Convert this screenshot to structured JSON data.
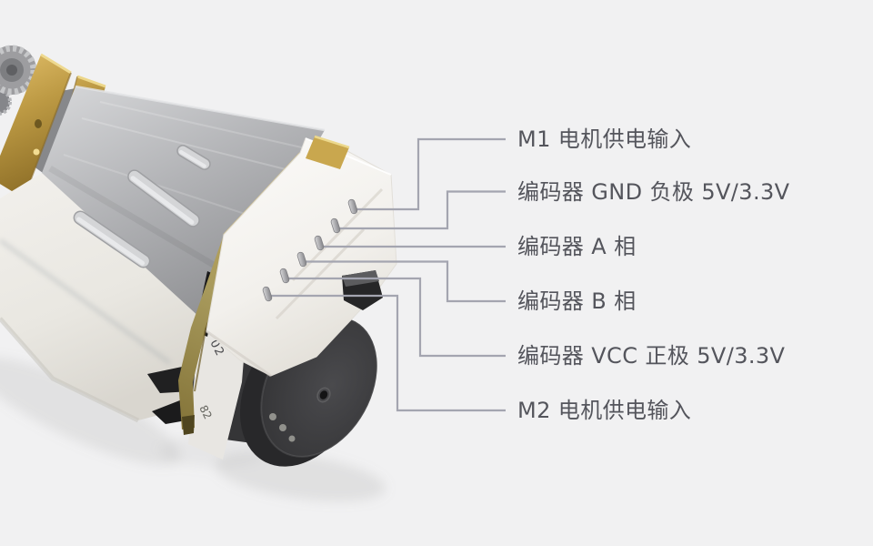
{
  "diagram": {
    "callouts": [
      {
        "id": "m1",
        "text": "M1 电机供电输入"
      },
      {
        "id": "encoder-gnd",
        "text": "编码器 GND 负极 5V/3.3V"
      },
      {
        "id": "encoder-a",
        "text": "编码器 A 相"
      },
      {
        "id": "encoder-b",
        "text": "编码器 B 相"
      },
      {
        "id": "encoder-vcc",
        "text": "编码器 VCC 正极 5V/3.3V"
      },
      {
        "id": "m2",
        "text": "M2 电机供电输入"
      }
    ],
    "pcb_markings": {
      "upper": "02",
      "lower": "82"
    },
    "colors": {
      "background": "#f1f1f2",
      "label_text": "#54555c",
      "leader_line": "#a4a5b0",
      "brass_plate": "#bd9a44",
      "pcb_gold_edge": "#ab9454",
      "motor_silver": "#b4b5b8",
      "motor_can_white": "#e9e7e1",
      "connector_white": "#f7f6f3",
      "encoder_disc_black": "#3a3a3c"
    }
  }
}
